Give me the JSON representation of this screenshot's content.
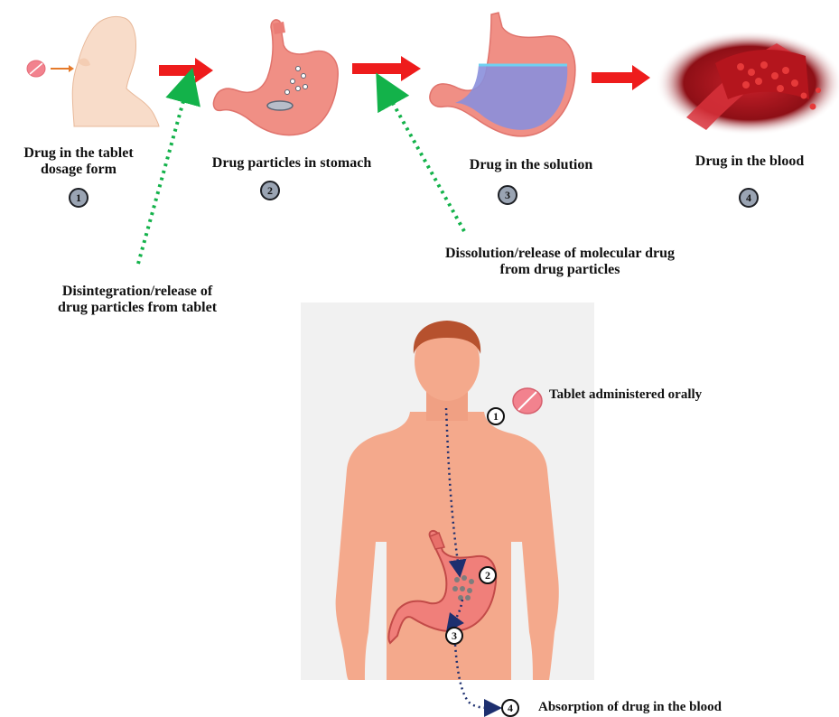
{
  "stages": [
    {
      "label_line1": "Drug in the tablet",
      "label_line2": "dosage form",
      "number": "1"
    },
    {
      "label_line1": "Drug particles in stomach",
      "label_line2": "",
      "number": "2"
    },
    {
      "label_line1": "Drug in the solution",
      "label_line2": "",
      "number": "3"
    },
    {
      "label_line1": "Drug in the blood",
      "label_line2": "",
      "number": "4"
    }
  ],
  "processes": {
    "disintegration_line1": "Disintegration/release of",
    "disintegration_line2": "drug particles from tablet",
    "dissolution_line1": "Dissolution/release of molecular drug",
    "dissolution_line2": "from drug particles"
  },
  "body_diagram": {
    "step1_label": "Tablet administered orally",
    "step4_label": "Absorption of drug in the blood",
    "steps": [
      "1",
      "2",
      "3",
      "4"
    ]
  },
  "colors": {
    "arrow_red": "#ee1c1c",
    "dotted_green": "#13b24a",
    "dotted_blue": "#1d2f6f",
    "skin": "#f4a98c",
    "stomach": "#f07f7a",
    "badge_gray": "#9aa4b3"
  }
}
